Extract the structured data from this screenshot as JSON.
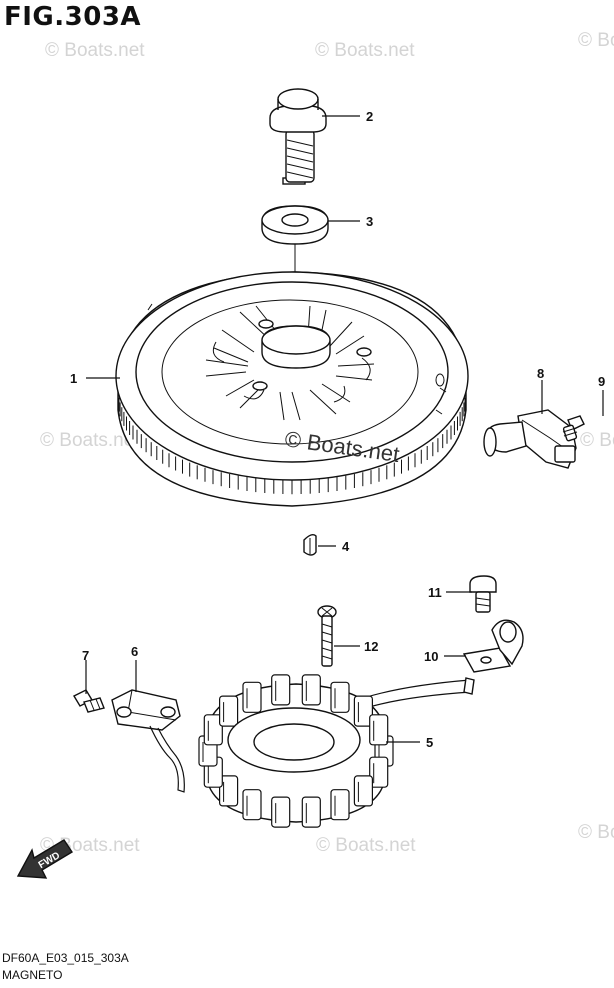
{
  "figure": {
    "title": "FIG.303A",
    "code": "DF60A_E03_015_303A",
    "caption": "MAGNETO"
  },
  "watermark": {
    "text": "© Boats.net"
  },
  "fwd_label": "FWD",
  "callouts": [
    {
      "id": "1",
      "label": "1"
    },
    {
      "id": "2",
      "label": "2"
    },
    {
      "id": "3",
      "label": "3"
    },
    {
      "id": "4",
      "label": "4"
    },
    {
      "id": "5",
      "label": "5"
    },
    {
      "id": "6",
      "label": "6"
    },
    {
      "id": "7",
      "label": "7"
    },
    {
      "id": "8",
      "label": "8"
    },
    {
      "id": "9",
      "label": "9"
    },
    {
      "id": "10",
      "label": "10"
    },
    {
      "id": "11",
      "label": "11"
    },
    {
      "id": "12",
      "label": "12"
    }
  ]
}
